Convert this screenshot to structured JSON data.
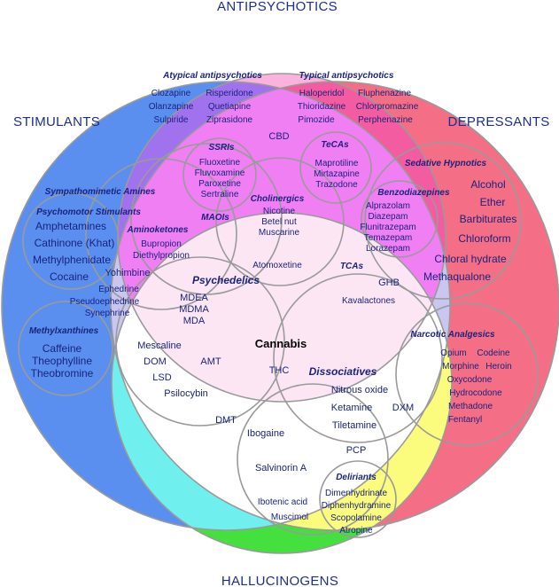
{
  "categories": {
    "antipsychotics": "ANTIPSYCHOTICS",
    "stimulants": "STIMULANTS",
    "depressants": "DEPRESSANTS",
    "hallucinogens": "HALLUCINOGENS"
  },
  "colors": {
    "antipsychotics": "#fbb2dc",
    "stimulants": "#5a8ff0",
    "depressants": "#f46f85",
    "hallucinogens": "#44e03e",
    "stim_anti": "#a072ee",
    "dep_anti": "#f35ca0",
    "stim_dep_anti": "#f07ff4",
    "stim_dep": "#c9c6ef",
    "stim_hall": "#6ff0ee",
    "dep_hall": "#fbfb7e",
    "stim_hall_anti": "#b8d4f6",
    "dep_hall_anti": "#fde1bf",
    "center": "#fce6f3",
    "text": "#1a237e"
  },
  "groups": {
    "atypical": "Atypical antipsychotics",
    "typical": "Typical antipsychotics",
    "ssris": "SSRIs",
    "tecas": "TeCAs",
    "sedative": "Sedative Hypnotics",
    "benzo": "Benzodiazepines",
    "sympathomimetic": "Sympathomimetic Amines",
    "psychomotor": "Psychomotor Stimulants",
    "aminoketones": "Aminoketones",
    "maois": "MAOIs",
    "cholinergics": "Cholinergics",
    "methylxanthines": "Methylxanthines",
    "psychedelics": "Psychedelics",
    "tcas": "TCAs",
    "narcotic": "Narcotic Analgesics",
    "dissociatives": "Dissociatives",
    "deliriants": "Deliriants"
  },
  "drugs": {
    "atypical": [
      "Clozapine",
      "Risperidone",
      "Olanzapine",
      "Quetiapine",
      "Sulpiride",
      "Ziprasidone"
    ],
    "typical": [
      "Haloperidol",
      "Fluphenazine",
      "Thioridazine",
      "Chlorpromazine",
      "Pimozide",
      "Perphenazine"
    ],
    "cbd": "CBD",
    "ssris": [
      "Fluoxetine",
      "Fluvoxamine",
      "Paroxetine",
      "Sertraline"
    ],
    "tecas": [
      "Maprotiline",
      "Mirtazapine",
      "Trazodone"
    ],
    "benzo": [
      "Alprazolam",
      "Diazepam",
      "Flunitrazepam",
      "Temazepam",
      "Lorazepam"
    ],
    "sedative": [
      "Alcohol",
      "Ether",
      "Barbiturates",
      "Chloroform",
      "Chloral hydrate",
      "Methaqualone"
    ],
    "stimulants": [
      "Amphetamines",
      "Cathinone (Khat)",
      "Methylphenidate",
      "Cocaine"
    ],
    "yohimbine": "Yohimbine",
    "aminoketones": [
      "Bupropion",
      "Diethylpropion"
    ],
    "cholinergics": [
      "Nicotine",
      "Betel nut",
      "Muscarine"
    ],
    "ephedrine": [
      "Ephedrine",
      "Pseudoephedrine",
      "Synephrine"
    ],
    "methylxanthines": [
      "Caffeine",
      "Theophylline",
      "Theobromine"
    ],
    "atomoxetine": "Atomoxetine",
    "ghb": "GHB",
    "kavalactones": "Kavalactones",
    "psychedelics_amph": [
      "MDEA",
      "MDMA",
      "MDA"
    ],
    "cannabis": "Cannabis",
    "thc": "THC",
    "hallucinogens_stim": [
      "Mescaline",
      "DOM",
      "AMT",
      "LSD",
      "Psilocybin",
      "DMT"
    ],
    "dissociatives": [
      "Nitrous oxide",
      "Ketamine",
      "DXM",
      "Tiletamine"
    ],
    "narcotic": [
      "Opium",
      "Codeine",
      "Morphine",
      "Heroin",
      "Oxycodone",
      "Hydrocodone",
      "Methadone",
      "Fentanyl"
    ],
    "ibogaine": "Ibogaine",
    "pcp": "PCP",
    "salvinorin": "Salvinorin A",
    "ibotenic": "Ibotenic acid",
    "muscimol": "Muscimol",
    "deliriants": [
      "Dimenhydrinate",
      "Diphenhydramine",
      "Scopolamine",
      "Atropine"
    ]
  }
}
